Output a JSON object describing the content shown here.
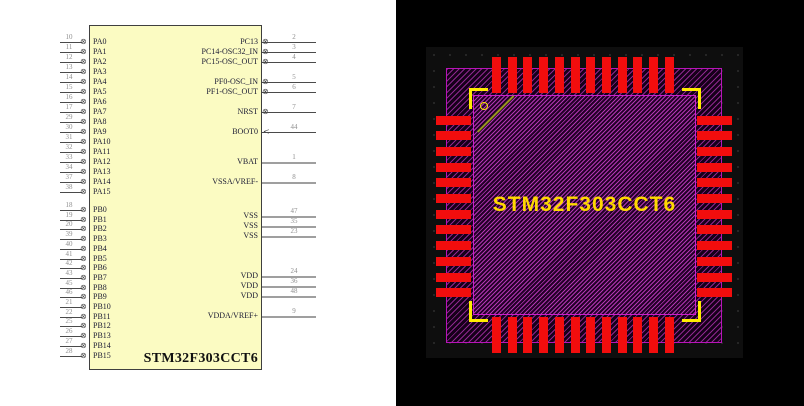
{
  "schematic": {
    "component_title": "STM32F303CCT6",
    "left_pins": [
      {
        "name": "PA0",
        "num": "10"
      },
      {
        "name": "PA1",
        "num": "11"
      },
      {
        "name": "PA2",
        "num": "12"
      },
      {
        "name": "PA3",
        "num": "13"
      },
      {
        "name": "PA4",
        "num": "14"
      },
      {
        "name": "PA5",
        "num": "15"
      },
      {
        "name": "PA6",
        "num": "16"
      },
      {
        "name": "PA7",
        "num": "17"
      },
      {
        "name": "PA8",
        "num": "29"
      },
      {
        "name": "PA9",
        "num": "30"
      },
      {
        "name": "PA10",
        "num": "31"
      },
      {
        "name": "PA11",
        "num": "32"
      },
      {
        "name": "PA12",
        "num": "33"
      },
      {
        "name": "PA13",
        "num": "34"
      },
      {
        "name": "PA14",
        "num": "37"
      },
      {
        "name": "PA15",
        "num": "38"
      },
      {
        "name": "PB0",
        "num": "18"
      },
      {
        "name": "PB1",
        "num": "19"
      },
      {
        "name": "PB2",
        "num": "20"
      },
      {
        "name": "PB3",
        "num": "39"
      },
      {
        "name": "PB4",
        "num": "40"
      },
      {
        "name": "PB5",
        "num": "41"
      },
      {
        "name": "PB6",
        "num": "42"
      },
      {
        "name": "PB7",
        "num": "43"
      },
      {
        "name": "PB8",
        "num": "45"
      },
      {
        "name": "PB9",
        "num": "46"
      },
      {
        "name": "PB10",
        "num": "21"
      },
      {
        "name": "PB11",
        "num": "22"
      },
      {
        "name": "PB12",
        "num": "25"
      },
      {
        "name": "PB13",
        "num": "26"
      },
      {
        "name": "PB14",
        "num": "27"
      },
      {
        "name": "PB15",
        "num": "28"
      }
    ],
    "right_pins": [
      {
        "name": "PC13",
        "num": "2",
        "glyph": "xcircle"
      },
      {
        "name": "PC14-OSC32_IN",
        "num": "3",
        "glyph": "xcircle"
      },
      {
        "name": "PC15-OSC_OUT",
        "num": "4",
        "glyph": "xcircle"
      },
      {
        "name": "PF0-OSC_IN",
        "num": "5",
        "glyph": "xcircle"
      },
      {
        "name": "PF1-OSC_OUT",
        "num": "6",
        "glyph": "xcircle"
      },
      {
        "name": "NRST",
        "num": "7",
        "glyph": "xcircle"
      },
      {
        "name": "BOOT0",
        "num": "44",
        "glyph": "arrow"
      },
      {
        "name": "VBAT",
        "num": "1",
        "glyph": "none"
      },
      {
        "name": "VSSA/VREF-",
        "num": "8",
        "glyph": "none"
      },
      {
        "name": "VSS",
        "num": "47",
        "glyph": "none"
      },
      {
        "name": "VSS",
        "num": "35",
        "glyph": "none"
      },
      {
        "name": "VSS",
        "num": "23",
        "glyph": "none"
      },
      {
        "name": "VDD",
        "num": "24",
        "glyph": "none"
      },
      {
        "name": "VDD",
        "num": "36",
        "glyph": "none"
      },
      {
        "name": "VDD",
        "num": "48",
        "glyph": "none"
      },
      {
        "name": "VDDA/VREF+",
        "num": "9",
        "glyph": "none"
      }
    ]
  },
  "pcb": {
    "footprint_label": "STM32F303CCT6",
    "pads_per_side": 12,
    "colors": {
      "pad": "#f20d0d",
      "silkscreen": "#ffec00",
      "hatch": "#b136b1",
      "outline": "#cb1ecb",
      "label": "#ffd800",
      "schematic_body_fill": "#fbfbc2"
    }
  }
}
